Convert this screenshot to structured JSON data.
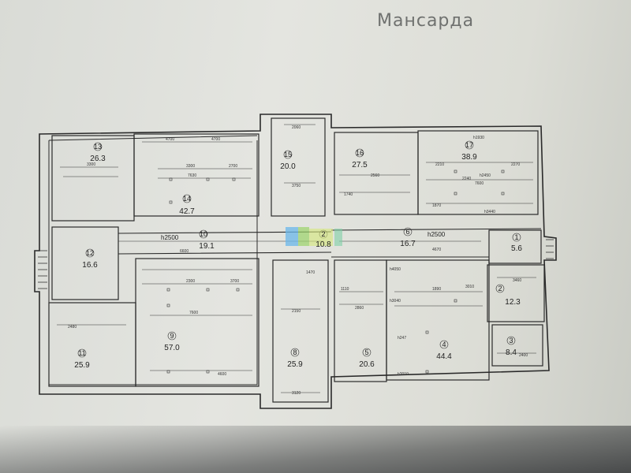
{
  "title": "Мансарда",
  "rooms": [
    {
      "id": "13",
      "number": "13",
      "area": "26.3"
    },
    {
      "id": "14",
      "number": "14",
      "area": "42.7"
    },
    {
      "id": "15",
      "number": "15",
      "area": "20.0"
    },
    {
      "id": "16",
      "number": "16",
      "area": "27.5"
    },
    {
      "id": "17",
      "number": "17",
      "area": "38.9"
    },
    {
      "id": "12",
      "number": "12",
      "area": "16.6"
    },
    {
      "id": "10",
      "number": "10",
      "area": "19.1"
    },
    {
      "id": "2a",
      "number": "2",
      "area": "10.8"
    },
    {
      "id": "6",
      "number": "6",
      "area": "16.7"
    },
    {
      "id": "1",
      "number": "1",
      "area": "5.6"
    },
    {
      "id": "2b",
      "number": "2",
      "area": "12.3"
    },
    {
      "id": "3",
      "number": "3",
      "area": "8.4"
    },
    {
      "id": "11",
      "number": "11",
      "area": "25.9"
    },
    {
      "id": "9",
      "number": "9",
      "area": "57.0"
    },
    {
      "id": "8",
      "number": "8",
      "area": "25.9"
    },
    {
      "id": "5",
      "number": "5",
      "area": "20.6"
    },
    {
      "id": "4",
      "number": "4",
      "area": "44.4"
    }
  ],
  "corridor_labels": {
    "h10": "h2500",
    "h6": "h2500",
    "h1": "h1930",
    "h17": "h2450",
    "h3440": "h3440",
    "h4050": "h4050",
    "h3040": "h3040",
    "h247": "h247",
    "h2010": "h2010"
  },
  "dims": {
    "d1": "4700",
    "d2": "4700",
    "d3": "3300",
    "d4": "2700",
    "d5": "7630",
    "d6": "2060",
    "d7": "3750",
    "d8": "3300",
    "d9": "1740",
    "d10": "2210",
    "d11": "2270",
    "d12": "7600",
    "d13": "1870",
    "d14": "2240",
    "d15": "6600",
    "d16": "7600",
    "d17": "3700",
    "d18": "2300",
    "d19": "2480",
    "d20": "4600",
    "d21": "2150",
    "d22": "3120",
    "d23": "2860",
    "d24": "1110",
    "d25": "3460",
    "d26": "2560",
    "d27": "1470",
    "d28": "1890",
    "d29": "4670",
    "d30": "3010",
    "d31": "2400"
  }
}
